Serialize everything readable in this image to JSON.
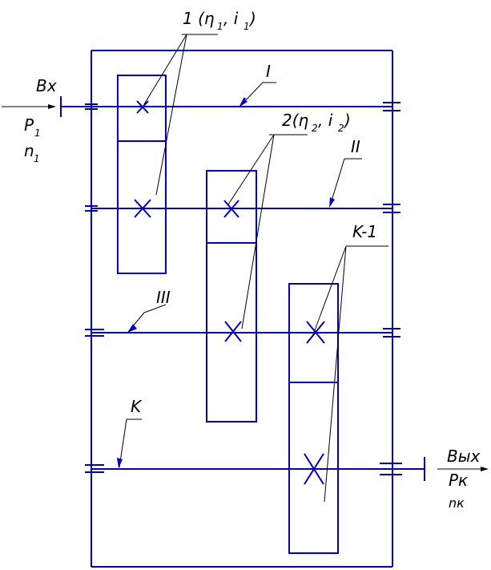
{
  "labels": {
    "input": "Вх",
    "input_power": "P",
    "input_power_sub": "1",
    "input_speed": "n",
    "input_speed_sub": "1",
    "output": "Вых",
    "output_power": "Pк",
    "output_speed": "nк",
    "stage1": "1 (η",
    "stage1_sub1": "1",
    "stage1_mid": ", i",
    "stage1_sub2": "1",
    "stage1_end": ")",
    "stage2": "2(η",
    "stage2_sub1": "2",
    "stage2_mid": ", i",
    "stage2_sub2": "2",
    "stage2_end": ")",
    "stagek": "K-1",
    "shaft1": "I",
    "shaft2": "II",
    "shaft3": "III",
    "shaftk": "K"
  },
  "colors": {
    "line": "#0000cc",
    "text": "#000000"
  }
}
